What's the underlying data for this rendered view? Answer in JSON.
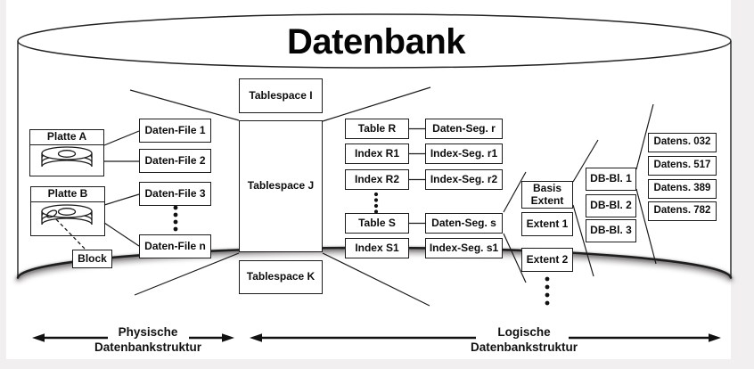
{
  "title": "Datenbank",
  "physical": {
    "platte_a": "Platte A",
    "platte_b": "Platte B",
    "block": "Block",
    "daten_files": [
      "Daten-File 1",
      "Daten-File 2",
      "Daten-File 3",
      "Daten-File n"
    ]
  },
  "logical": {
    "tablespaces": [
      "Tablespace I",
      "Tablespace J",
      "Tablespace K"
    ],
    "tables": [
      "Table R",
      "Index R1",
      "Index R2",
      "Table S",
      "Index S1"
    ],
    "segments": [
      "Daten-Seg. r",
      "Index-Seg. r1",
      "Index-Seg. r2",
      "Daten-Seg. s",
      "Index-Seg. s1"
    ],
    "extents": [
      "Basis Extent",
      "Extent 1",
      "Extent 2"
    ],
    "db_blocks": [
      "DB-Bl. 1",
      "DB-Bl. 2",
      "DB-Bl. 3"
    ],
    "records": [
      "Datens. 032",
      "Datens. 517",
      "Datens. 389",
      "Datens. 782"
    ]
  },
  "legend": {
    "physical_line1": "Physische",
    "physical_line2": "Datenbankstruktur",
    "logical_line1": "Logische",
    "logical_line2": "Datenbankstruktur"
  },
  "colors": {
    "line": "#1b1b1b",
    "surface": "#ffffff",
    "page_background": "#f1eff0"
  }
}
